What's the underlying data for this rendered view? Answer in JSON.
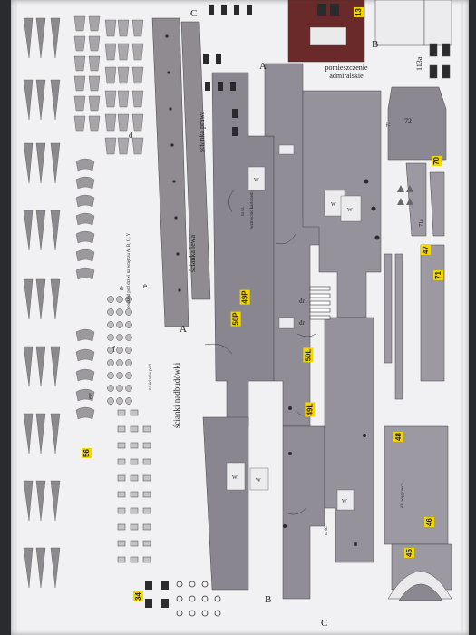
{
  "sheet": {
    "part_labels": {
      "sciank_nadbudowki": "ścianki nadbudówki",
      "scianka_prawa": "ścianka prawa",
      "scianka_lewa": "ścianka lewa",
      "pomieszczenie_admiralskie": "pomieszczenie admiralskie",
      "dla_weglowca": "dla węglowca"
    },
    "yellow_tags": [
      "50P",
      "49P",
      "50L",
      "49L",
      "47",
      "48",
      "45",
      "46",
      "13",
      "56",
      "70",
      "71",
      "34"
    ],
    "numbers": [
      "72",
      "113a",
      "dr1",
      "dr",
      "73",
      "71a"
    ],
    "letters": [
      "A",
      "B",
      "C",
      "A",
      "B",
      "C",
      "d",
      "a",
      "b",
      "e",
      "f"
    ],
    "w_marks": "W",
    "small_notes": [
      "podkład pod drzwi na wnętrzu A, B, Q, Y",
      "na ścianie pod",
      "wzmocnić kartonem",
      "tu sz.",
      "tu ść."
    ]
  }
}
